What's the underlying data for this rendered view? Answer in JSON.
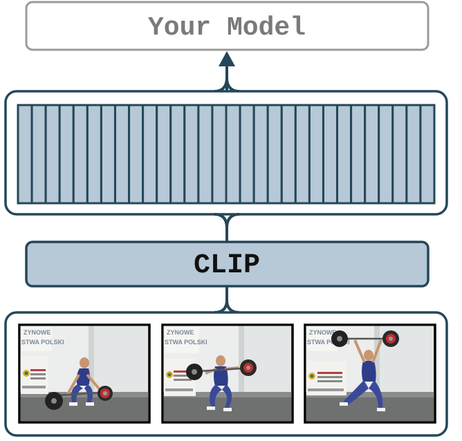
{
  "model_box": {
    "label": "Your Model"
  },
  "clip_box": {
    "label": "CLIP"
  },
  "feature_strip": {
    "cell_count": 30
  },
  "frames": [
    {
      "pose": "start"
    },
    {
      "pose": "pull"
    },
    {
      "pose": "overhead"
    }
  ],
  "banner_text": {
    "frame1": [
      "ZYNOWE",
      "STWA POLSKI"
    ],
    "frame2": [
      "ZYNOWE",
      "STWA POLSKI"
    ],
    "frame3": [
      "ZYNOWE",
      "STWA POLSKI"
    ]
  },
  "colors": {
    "dark_blue": "#244759",
    "fill_blue": "#b7c8d6",
    "model_border": "#9a9a9a",
    "model_text": "#7a7a7a",
    "clip_text": "#111111"
  }
}
